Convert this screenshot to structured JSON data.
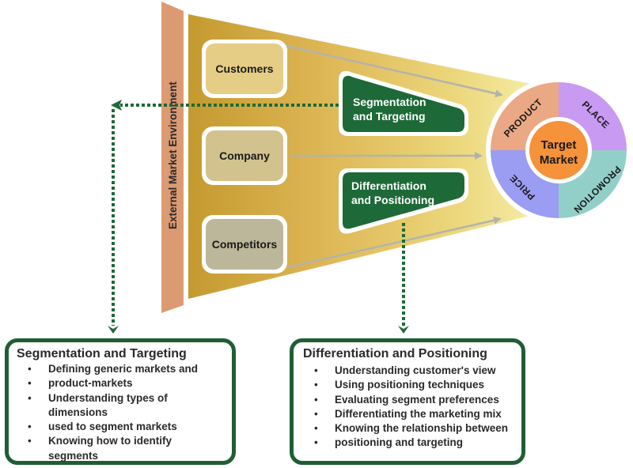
{
  "environment": {
    "label": "External Market Environment"
  },
  "inputs": [
    {
      "id": "customers",
      "label": "Customers",
      "color": "#e6cd86"
    },
    {
      "id": "company",
      "label": "Company",
      "color": "#d2c28e"
    },
    {
      "id": "competitors",
      "label": "Competitors",
      "color": "#bcb79a"
    }
  ],
  "processes": [
    {
      "id": "segmentation",
      "lines": [
        "Segmentation",
        "and Targeting"
      ]
    },
    {
      "id": "differentiation",
      "lines": [
        "Differentiation",
        "and Positioning"
      ]
    }
  ],
  "marketing_mix": {
    "center": [
      "Target",
      "Market"
    ],
    "quadrants": [
      {
        "label": "PRODUCT",
        "color": "#eba884"
      },
      {
        "label": "PLACE",
        "color": "#c99af2"
      },
      {
        "label": "PROMOTION",
        "color": "#93cfc9"
      },
      {
        "label": "PRICE",
        "color": "#9b9df2"
      }
    ],
    "center_color": "#f5923a"
  },
  "colors": {
    "green": "#1d6a38",
    "funnel_dark": "#c9a43a",
    "funnel_light": "#f5ecaa",
    "env_bar": "#dc9a72",
    "arrow_gray": "#b3b3ad"
  },
  "details": [
    {
      "title": "Segmentation and Targeting",
      "items": [
        {
          "text": "Defining generic markets and",
          "bullet": true
        },
        {
          "text": "product-markets",
          "bullet": true
        },
        {
          "text": "Understanding types of",
          "bullet": true
        },
        {
          "text": "dimensions",
          "bullet": false
        },
        {
          "text": "used to segment markets",
          "bullet": true
        },
        {
          "text": "Knowing how to identify",
          "bullet": true
        },
        {
          "text": "segments",
          "bullet": false
        }
      ]
    },
    {
      "title": "Differentiation and Positioning",
      "items": [
        {
          "text": " Understanding customer's view",
          "bullet": true
        },
        {
          "text": "Using positioning techniques",
          "bullet": true
        },
        {
          "text": "Evaluating segment preferences",
          "bullet": true
        },
        {
          "text": "Differentiating the marketing mix",
          "bullet": true
        },
        {
          "text": "Knowing the relationship between",
          "bullet": true
        },
        {
          "text": "positioning and targeting",
          "bullet": true
        }
      ]
    }
  ]
}
